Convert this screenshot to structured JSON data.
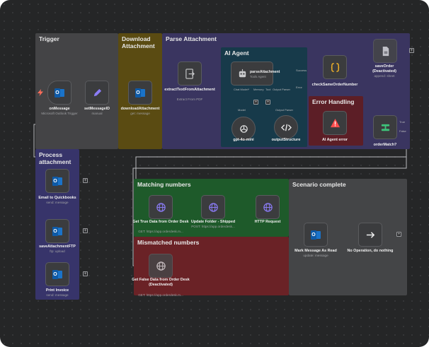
{
  "groups": {
    "trigger": "Trigger",
    "download": "Download Attachment",
    "parse": "Parse Attachment",
    "ai_agent": "AI Agent",
    "error_handling": "Error Handling",
    "process": "Process attachment",
    "matching": "Matching numbers",
    "scenario": "Scenario complete",
    "mismatched": "Mismatched numbers"
  },
  "nodes": {
    "onMessage": {
      "label": "onMessage",
      "sub": "Microsoft Outlook Trigger"
    },
    "setMessageID": {
      "label": "setMessageID",
      "sub": "manual"
    },
    "downloadAttachment": {
      "label": "downloadAttachment",
      "sub": "get: message"
    },
    "extractText": {
      "label": "extractTextFromAttachment",
      "sub": "Extract From PDF"
    },
    "parseAttachment": {
      "label": "parseAttachment",
      "sub": "Tools Agent"
    },
    "checkSameOrderNumber": {
      "label": "checkSameOrderNumber",
      "sub": ""
    },
    "saveOrder": {
      "label": "saveOrder (Deactivated)",
      "sub": "append: sheet"
    },
    "gpt": {
      "label": "gpt-4o-mini",
      "sub": ""
    },
    "outputStructure": {
      "label": "outputStructure",
      "sub": ""
    },
    "aiError": {
      "label": "AI Agent error",
      "sub": ""
    },
    "orderMatch": {
      "label": "orderMatch?",
      "sub": ""
    },
    "emailQuickbooks": {
      "label": "Email to Quickbooks",
      "sub": "send: message"
    },
    "saveAttachmentFTP": {
      "label": "saveAttachmentFTP",
      "sub": "ftp: upload"
    },
    "printInvoice": {
      "label": "Print Invoice",
      "sub": "send: message"
    },
    "getTrueData": {
      "label": "Get True Data from Order Desk",
      "sub": "GET: https://app.orderdesk.m..."
    },
    "updateFolder": {
      "label": "Update Folder - Shipped",
      "sub": "POST: https://app.orderdesk..."
    },
    "httpRequest": {
      "label": "HTTP Request",
      "sub": ""
    },
    "markRead": {
      "label": "Mark Message As Read",
      "sub": "update: message"
    },
    "noOp": {
      "label": "No Operation, do nothing",
      "sub": ""
    },
    "getFalseData": {
      "label": "Get False Data from Order Desk (Deactivated)",
      "sub": "GET: https://app.orderdesk.m..."
    }
  },
  "ports": {
    "chat_model": "Chat Model*",
    "memory": "Memory",
    "tool": "Tool",
    "output_parser": "Output Parser",
    "model": "Model",
    "output_parser2": "Output Parser",
    "success": "Success",
    "error": "Error",
    "true": "True",
    "false": "False"
  },
  "icons": {
    "outlook": "outlook-icon",
    "pencil": "pencil-icon",
    "pdf": "pdf-extract-icon",
    "robot": "robot-icon",
    "braces": "code-braces-icon",
    "sheet": "file-icon",
    "openai": "openai-icon",
    "code": "code-icon",
    "warning": "warning-icon",
    "switch": "switch-icon",
    "globe": "globe-icon",
    "arrow": "arrow-right-icon",
    "bolt": "bolt-icon"
  },
  "colors": {
    "canvas_bg": "#252627",
    "trigger": "#444446",
    "download": "#5a4b12",
    "parse": "#3a3560",
    "ai_agent": "#173a4a",
    "error": "#5c1e26",
    "process": "#37346a",
    "matching": "#1e5a2a",
    "scenario": "#444547",
    "mismatched": "#6a2226",
    "accent_red": "#ff6d5a",
    "green": "#3ec37a"
  }
}
